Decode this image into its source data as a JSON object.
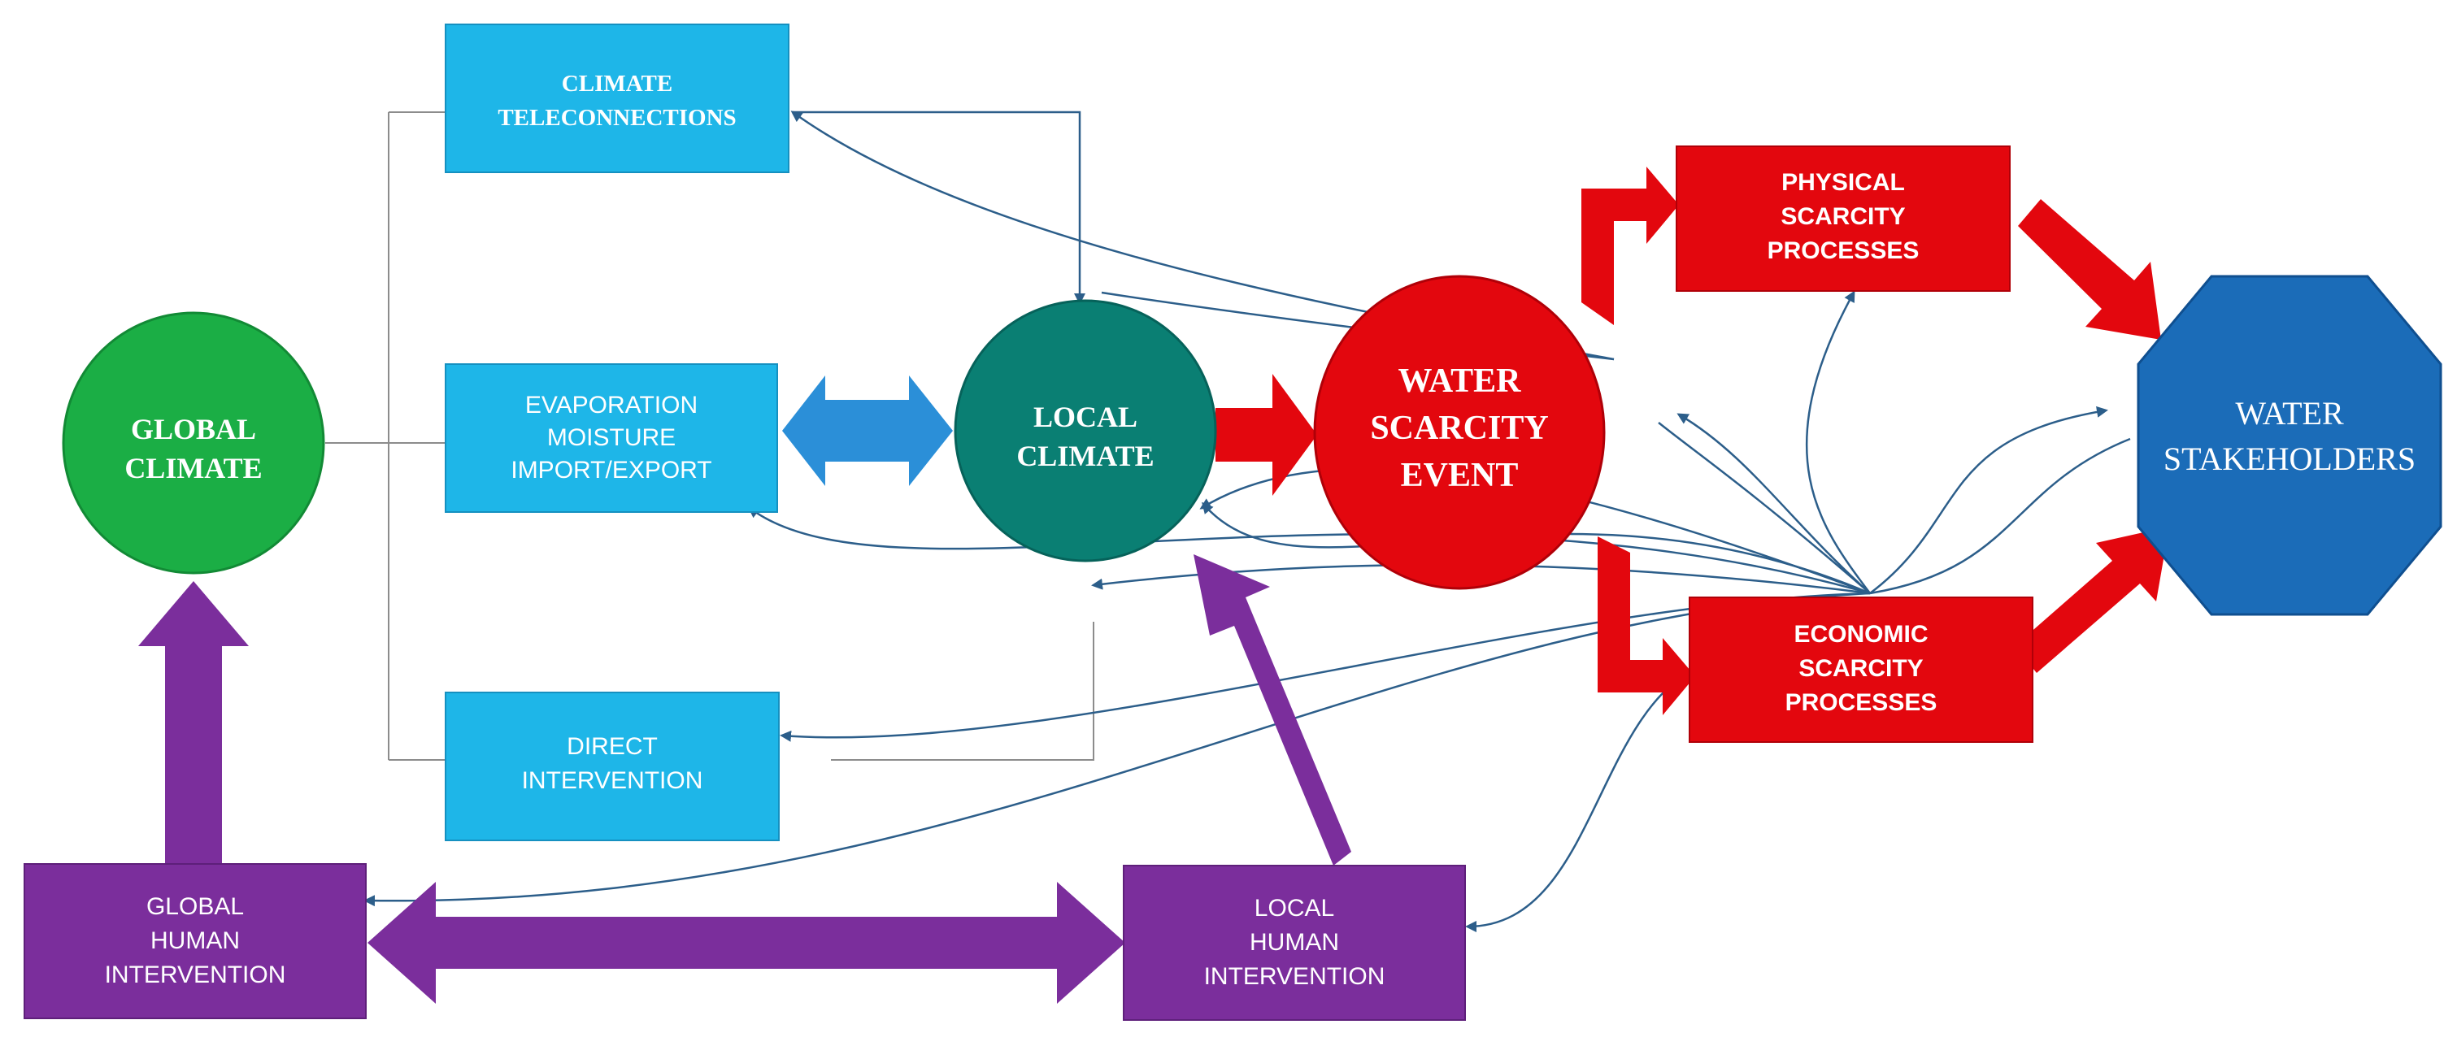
{
  "colors": {
    "light_blue": "#1EB6E8",
    "light_blue_text": "#FFFFFF",
    "green": "#1BAE45",
    "teal": "#0A7F73",
    "red": "#E3070E",
    "dark_blue": "#1B6CB8",
    "purple": "#7B2E9C",
    "arrow_blue": "#2B8FD8",
    "line_gray": "#8C8C8C",
    "link_navy": "#2C5E8A"
  },
  "nodes": {
    "climate_teleconnections": {
      "line1": "CLIMATE",
      "line2": "TELECONNECTIONS"
    },
    "evaporation": {
      "line1": "EVAPORATION",
      "line2": "MOISTURE",
      "line3": "IMPORT/EXPORT"
    },
    "direct_intervention": {
      "line1": "DIRECT",
      "line2": "INTERVENTION"
    },
    "global_climate": {
      "line1": "GLOBAL",
      "line2": "CLIMATE"
    },
    "local_climate": {
      "line1": "LOCAL",
      "line2": "CLIMATE"
    },
    "water_scarcity_event": {
      "line1": "WATER",
      "line2": "SCARCITY",
      "line3": "EVENT"
    },
    "physical_scarcity": {
      "line1": "PHYSICAL",
      "line2": "SCARCITY",
      "line3": "PROCESSES"
    },
    "economic_scarcity": {
      "line1": "ECONOMIC",
      "line2": "SCARCITY",
      "line3": "PROCESSES"
    },
    "water_stakeholders": {
      "line1": "WATER",
      "line2": "STAKEHOLDERS"
    },
    "global_human_intervention": {
      "line1": "GLOBAL",
      "line2": "HUMAN",
      "line3": "INTERVENTION"
    },
    "local_human_intervention": {
      "line1": "LOCAL",
      "line2": "HUMAN",
      "line3": "INTERVENTION"
    }
  }
}
